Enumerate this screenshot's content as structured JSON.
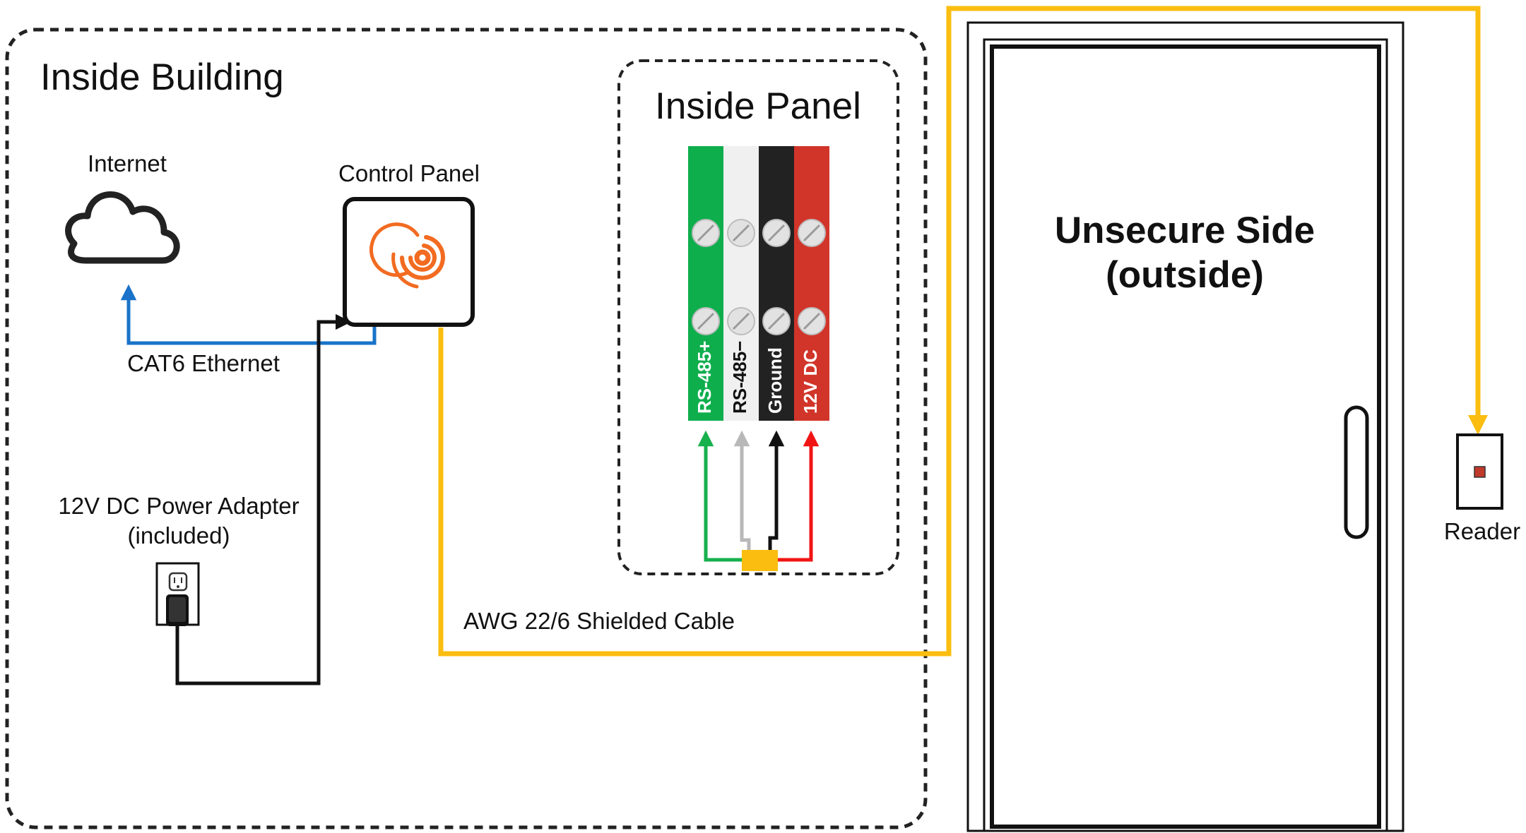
{
  "labels": {
    "inside_building": "Inside Building",
    "internet": "Internet",
    "control_panel": "Control Panel",
    "cat6": "CAT6 Ethernet",
    "power_adapter_line1": "12V DC Power Adapter",
    "power_adapter_line2": "(included)",
    "inside_panel": "Inside Panel",
    "cable": "AWG 22/6 Shielded Cable",
    "unsecure_line1": "Unsecure Side",
    "unsecure_line2": "(outside)",
    "reader": "Reader"
  },
  "terminals": [
    {
      "label": "RS-485+",
      "color": "#0fae4d",
      "text_color": "#ffffff",
      "wire_color": "#16b04d"
    },
    {
      "label": "RS-485−",
      "color": "#f0f0f0",
      "text_color": "#111111",
      "wire_color": "#b8b8b8"
    },
    {
      "label": "Ground",
      "color": "#222222",
      "text_color": "#ffffff",
      "wire_color": "#111111"
    },
    {
      "label": "12V DC",
      "color": "#d1352a",
      "text_color": "#ffffff",
      "wire_color": "#f01414"
    }
  ],
  "colors": {
    "ethernet": "#1a73c8",
    "cable": "#fbbd0f",
    "power": "#111111",
    "logo": "#f26b21",
    "splice": "#fbbd0f",
    "reader_led": "#c0392b"
  },
  "icons": [
    "cloud-icon",
    "control-panel-logo-icon",
    "power-outlet-icon",
    "door-handle-icon",
    "reader-led-icon"
  ]
}
